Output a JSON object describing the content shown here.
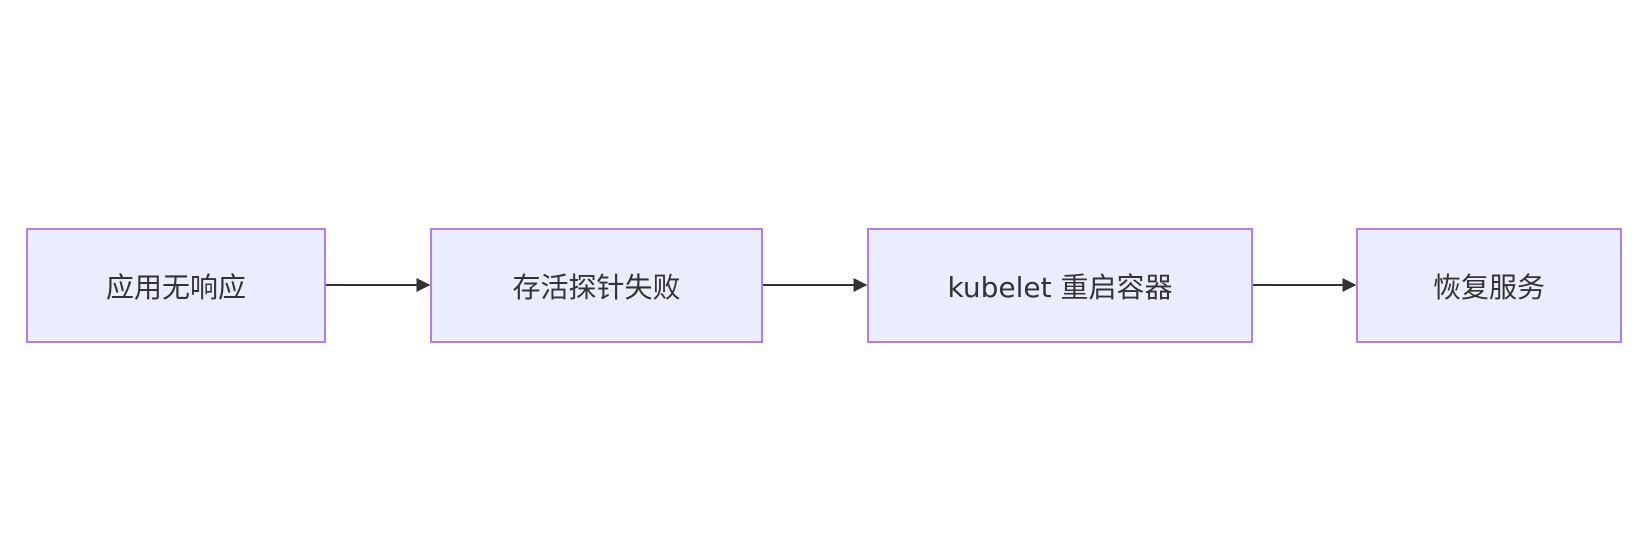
{
  "diagram": {
    "type": "flowchart",
    "direction": "left-to-right",
    "colors": {
      "node_fill": "#ECECFF",
      "node_border": "#B37FE3",
      "edge": "#333333",
      "text": "#333333"
    },
    "nodes": [
      {
        "id": "n1",
        "label": "应用无响应"
      },
      {
        "id": "n2",
        "label": "存活探针失败"
      },
      {
        "id": "n3",
        "label": "kubelet 重启容器"
      },
      {
        "id": "n4",
        "label": "恢复服务"
      }
    ],
    "edges": [
      {
        "from": "n1",
        "to": "n2"
      },
      {
        "from": "n2",
        "to": "n3"
      },
      {
        "from": "n3",
        "to": "n4"
      }
    ]
  }
}
